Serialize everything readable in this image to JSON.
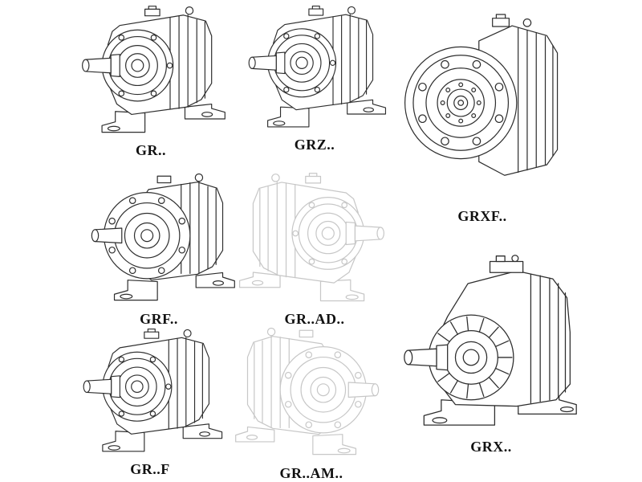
{
  "page": {
    "background": "#ffffff",
    "description": "Catalog sheet of GR series helical gear reducer line drawings"
  },
  "colors": {
    "line_dark": "#2e2e2e",
    "line_light": "#c7c7c7",
    "label_text": "#111111"
  },
  "figures": [
    {
      "id": "gr",
      "label": "GR.."
    },
    {
      "id": "grz",
      "label": "GRZ.."
    },
    {
      "id": "grxf",
      "label": "GRXF.."
    },
    {
      "id": "grf",
      "label": "GRF.."
    },
    {
      "id": "grad",
      "label": "GR..AD.."
    },
    {
      "id": "grx",
      "label": "GRX.."
    },
    {
      "id": "grff",
      "label": "GR..F"
    },
    {
      "id": "gram",
      "label": "GR..AM.."
    }
  ]
}
